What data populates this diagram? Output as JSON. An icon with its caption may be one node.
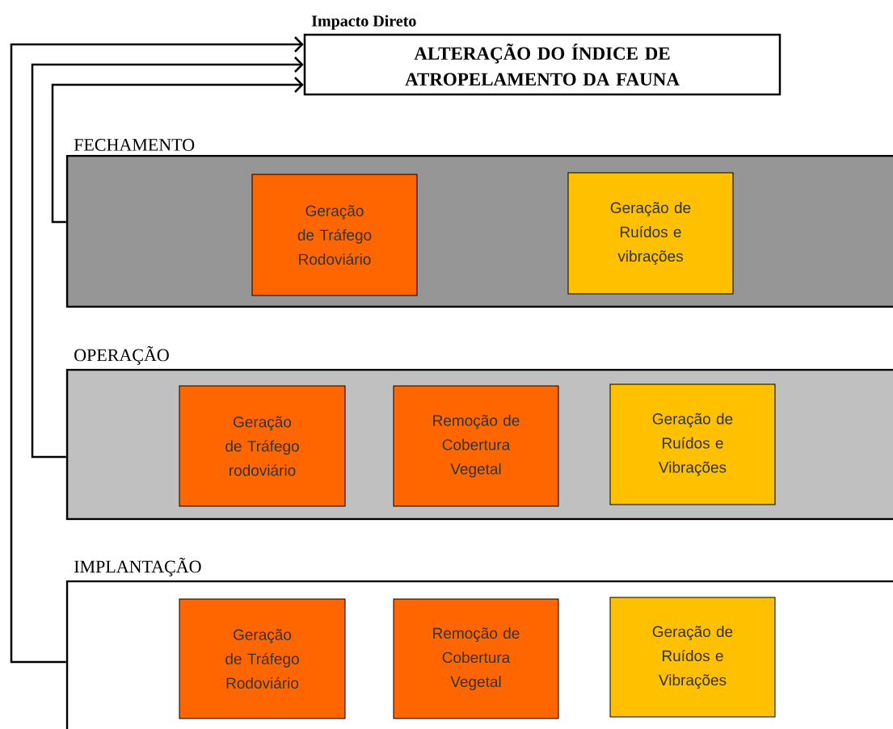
{
  "diagram": {
    "nodes": [
      {
        "text": [
          "Impacto Direto",
          "ALTERAÇÃO DO ÍNDICE DE ATROPELAMENTO DA FAUNA"
        ]
      },
      {
        "text": [
          "FECHAMENTO"
        ]
      },
      {
        "text": [
          "Geração de Tráfego Rodoviário"
        ],
        "in": 1
      },
      {
        "text": [
          "Geração de Ruídos e vibrações"
        ],
        "in": 1
      },
      {
        "text": [
          "OPERAÇÃO"
        ]
      },
      {
        "text": [
          "Geração de Tráfego rodoviário"
        ],
        "in": 4
      },
      {
        "text": [
          "Remoção de Cobertura Vegetal"
        ],
        "in": 4
      },
      {
        "text": [
          "Geração de Ruídos e Vibrações"
        ],
        "in": 4
      },
      {
        "text": [
          "IMPLANTAÇÃO"
        ]
      },
      {
        "text": [
          "Geração de Tráfego Rodoviário"
        ],
        "in": 8
      },
      {
        "text": [
          "Remoção de Cobertura Vegetal"
        ],
        "in": 8
      },
      {
        "text": [
          "Geração de Ruídos e Vibrações"
        ],
        "in": 8
      }
    ],
    "edges": [
      {
        "from": 1,
        "to": 0,
        "arrow": "to"
      },
      {
        "from": 4,
        "to": 0,
        "arrow": "to"
      },
      {
        "from": 8,
        "to": 0,
        "arrow": "to"
      }
    ]
  }
}
